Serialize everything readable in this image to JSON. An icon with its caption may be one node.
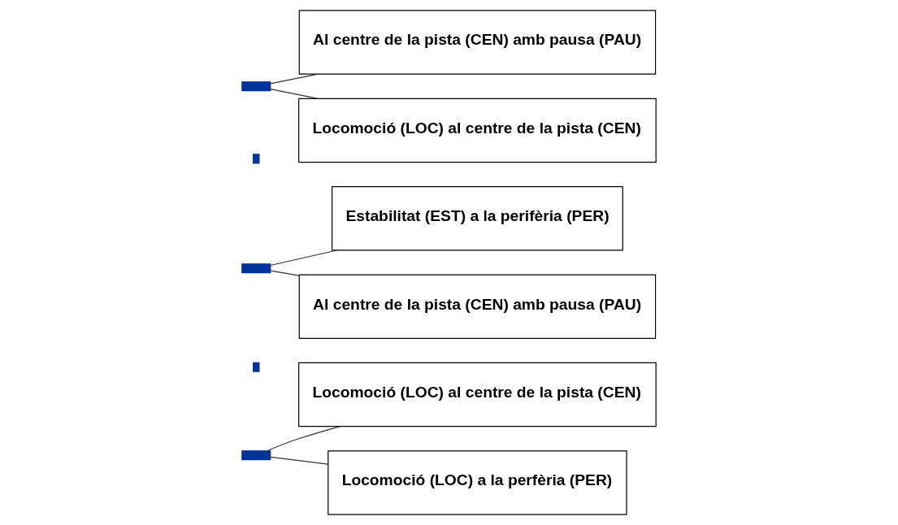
{
  "diagram": {
    "nodes": [
      {
        "text": [],
        "shape": "bar"
      },
      {
        "text": [
          "Locomoció (LOC) al centre de la pista (CEN)"
        ]
      },
      {
        "text": [
          "Locomoció (LOC) a la perfèria (PER)"
        ]
      },
      {
        "text": [],
        "shape": "bar"
      },
      {
        "text": [],
        "shape": "bar"
      },
      {
        "text": [
          "Estabilitat (EST) a la perifèria (PER)"
        ]
      },
      {
        "text": [
          "Al centre de la pista (CEN) amb pausa (PAU)"
        ]
      },
      {
        "text": [],
        "shape": "bar"
      },
      {
        "text": [],
        "shape": "bar"
      },
      {
        "text": [
          "Al centre de la pista (CEN) amb pausa (PAU)"
        ]
      },
      {
        "text": [
          "Locomoció (LOC) al centre de la pista (CEN)"
        ]
      }
    ],
    "edges": [
      {
        "from": 0,
        "to": 1,
        "arrow": "none"
      },
      {
        "from": 0,
        "to": 2,
        "arrow": "none"
      },
      {
        "from": 4,
        "to": 5,
        "arrow": "none"
      },
      {
        "from": 4,
        "to": 6,
        "arrow": "none"
      },
      {
        "from": 8,
        "to": 9,
        "arrow": "none"
      },
      {
        "from": 8,
        "to": 10,
        "arrow": "none"
      }
    ]
  }
}
